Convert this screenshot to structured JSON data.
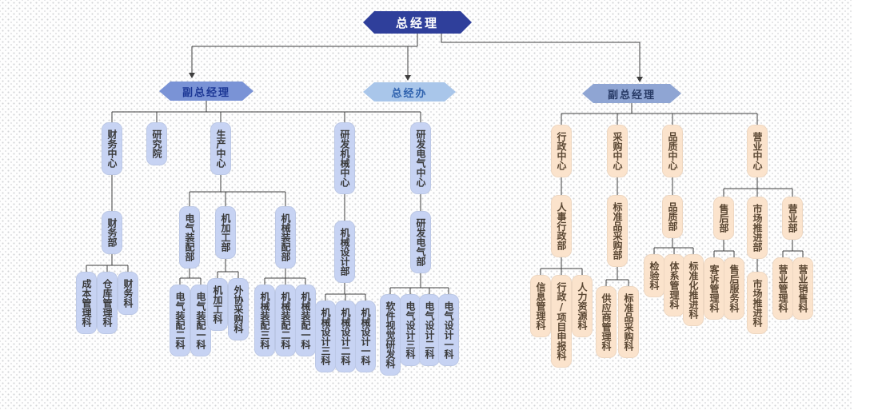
{
  "colors": {
    "root_fill": "#2f3f9b",
    "vp_left_fill": "#7a93d6",
    "office_fill": "#a9c6ea",
    "vp_right_fill": "#8fa5d3",
    "left_branch_fill": "#c7d3f3",
    "right_branch_fill": "#fbe3cc",
    "connector_line": "#3f3f3f"
  },
  "org": {
    "label": "总经理",
    "children": [
      {
        "label": "副总经理",
        "children": [
          {
            "label": "财务中心",
            "children": [
              {
                "label": "财务部",
                "children": [
                  {
                    "label": "成本管理科"
                  },
                  {
                    "label": "仓库管理科"
                  },
                  {
                    "label": "财务科"
                  }
                ]
              }
            ]
          },
          {
            "label": "研究院",
            "children": []
          },
          {
            "label": "生产中心",
            "children": [
              {
                "label": "电气装配部",
                "children": [
                  {
                    "label": "电气装配二科"
                  },
                  {
                    "label": "电气装配一科"
                  }
                ]
              },
              {
                "label": "机加工部",
                "children": [
                  {
                    "label": "机加工科"
                  },
                  {
                    "label": "外协采购科"
                  }
                ]
              },
              {
                "label": "机械装配部",
                "children": [
                  {
                    "label": "机械装配三科"
                  },
                  {
                    "label": "机械装配二科"
                  },
                  {
                    "label": "机械装配一科"
                  }
                ]
              }
            ]
          },
          {
            "label": "研发机械中心",
            "children": [
              {
                "label": "机械设计部",
                "children": [
                  {
                    "label": "机械设计三科"
                  },
                  {
                    "label": "机械设计二科"
                  },
                  {
                    "label": "机械设计一科"
                  }
                ]
              }
            ]
          },
          {
            "label": "研发电气中心",
            "children": [
              {
                "label": "研发电气部",
                "children": [
                  {
                    "label": "软件视觉研发科"
                  },
                  {
                    "label": "电气设计三科"
                  },
                  {
                    "label": "电气设计二科"
                  },
                  {
                    "label": "电气设计一科"
                  }
                ]
              }
            ]
          }
        ]
      },
      {
        "label": "总经办",
        "children": []
      },
      {
        "label": "副总经理",
        "children": [
          {
            "label": "行政中心",
            "children": [
              {
                "label": "人事行政部",
                "children": [
                  {
                    "label": "信息管理科"
                  },
                  {
                    "label": "行政/项目申报科"
                  },
                  {
                    "label": "人力资源科"
                  }
                ]
              }
            ]
          },
          {
            "label": "采购中心",
            "children": [
              {
                "label": "标准品采购部",
                "children": [
                  {
                    "label": "供应商管理科"
                  },
                  {
                    "label": "标准品采购科"
                  }
                ]
              }
            ]
          },
          {
            "label": "品质中心",
            "children": [
              {
                "label": "品质部",
                "children": [
                  {
                    "label": "检验科"
                  },
                  {
                    "label": "体系管理科"
                  },
                  {
                    "label": "标准化推进科"
                  }
                ]
              }
            ]
          },
          {
            "label": "营业中心",
            "children": [
              {
                "label": "售后部",
                "children": [
                  {
                    "label": "客诉管理科"
                  },
                  {
                    "label": "售后服务科"
                  }
                ]
              },
              {
                "label": "市场推进部",
                "children": [
                  {
                    "label": "市场推进科"
                  }
                ]
              },
              {
                "label": "营业部",
                "children": [
                  {
                    "label": "营业管理科"
                  },
                  {
                    "label": "营业销售科"
                  }
                ]
              }
            ]
          }
        ]
      }
    ]
  }
}
